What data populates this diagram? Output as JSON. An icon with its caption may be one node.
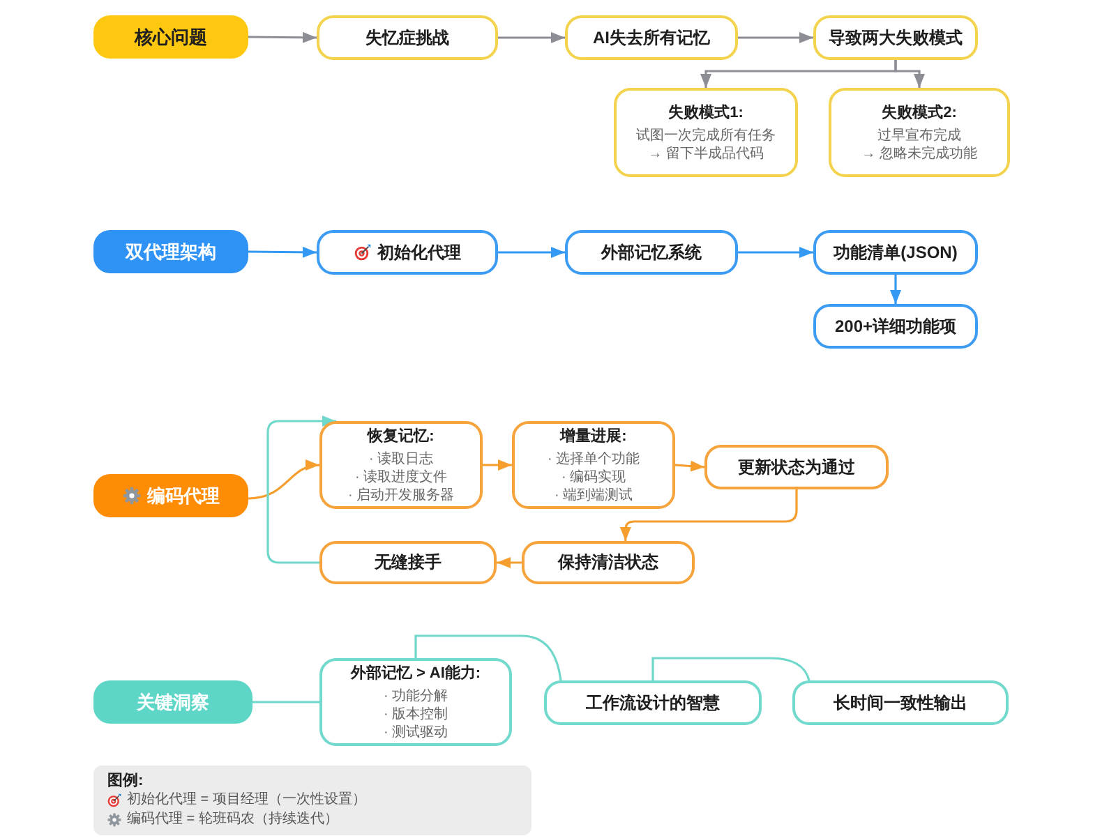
{
  "diagram": {
    "nodes": [
      {
        "text": [
          "核心问题"
        ]
      },
      {
        "text": [
          "失忆症挑战"
        ]
      },
      {
        "text": [
          "AI失去所有记忆"
        ]
      },
      {
        "text": [
          "导致两大失败模式"
        ]
      },
      {
        "text": [
          "失败模式1:",
          "试图一次完成所有任务",
          "→ 留下半成品代码"
        ]
      },
      {
        "text": [
          "失败模式2:",
          "过早宣布完成",
          "→ 忽略未完成功能"
        ]
      },
      {
        "text": [
          "双代理架构"
        ]
      },
      {
        "text": [
          "初始化代理"
        ]
      },
      {
        "text": [
          "外部记忆系统"
        ]
      },
      {
        "text": [
          "功能清单(JSON)"
        ]
      },
      {
        "text": [
          "200+详细功能项"
        ]
      },
      {
        "text": [
          "编码代理"
        ]
      },
      {
        "text": [
          "恢复记忆:",
          "· 读取日志",
          "· 读取进度文件",
          "· 启动开发服务器"
        ]
      },
      {
        "text": [
          "增量进展:",
          "· 选择单个功能",
          "· 编码实现",
          "· 端到端测试"
        ]
      },
      {
        "text": [
          "更新状态为通过"
        ]
      },
      {
        "text": [
          "保持清洁状态"
        ]
      },
      {
        "text": [
          "无缝接手"
        ]
      },
      {
        "text": [
          "关键洞察"
        ]
      },
      {
        "text": [
          "外部记忆 > AI能力:",
          "· 功能分解",
          "· 版本控制",
          "· 测试驱动"
        ]
      },
      {
        "text": [
          "工作流设计的智慧"
        ]
      },
      {
        "text": [
          "长时间一致性输出"
        ]
      }
    ],
    "edges": [
      {
        "from": 0,
        "to": 1,
        "arrow": "to"
      },
      {
        "from": 1,
        "to": 2,
        "arrow": "to"
      },
      {
        "from": 2,
        "to": 3,
        "arrow": "to"
      },
      {
        "from": 3,
        "to": 4,
        "arrow": "to"
      },
      {
        "from": 3,
        "to": 5,
        "arrow": "to"
      },
      {
        "from": 6,
        "to": 7,
        "arrow": "to",
        "color": "#3399f3"
      },
      {
        "from": 7,
        "to": 8,
        "arrow": "to",
        "color": "#3399f3"
      },
      {
        "from": 8,
        "to": 9,
        "arrow": "to",
        "color": "#3399f3"
      },
      {
        "from": 9,
        "to": 10,
        "arrow": "to",
        "color": "#3399f3"
      },
      {
        "from": 11,
        "to": 12,
        "arrow": "to",
        "color": "#f59e2e"
      },
      {
        "from": 12,
        "to": 13,
        "arrow": "to",
        "color": "#f59e2e"
      },
      {
        "from": 13,
        "to": 14,
        "arrow": "to",
        "color": "#f59e2e"
      },
      {
        "from": 14,
        "to": 15,
        "arrow": "to",
        "color": "#f59e2e"
      },
      {
        "from": 15,
        "to": 16,
        "arrow": "to",
        "color": "#f59e2e"
      },
      {
        "from": 16,
        "to": 12,
        "arrow": "to",
        "color": "#6fd8cb"
      },
      {
        "from": 17,
        "to": 18,
        "arrow": "none",
        "color": "#6fd8cb"
      },
      {
        "from": 18,
        "to": 19,
        "arrow": "none",
        "color": "#6fd8cb"
      },
      {
        "from": 19,
        "to": 20,
        "arrow": "none",
        "color": "#6fd8cb"
      }
    ],
    "labels": [
      "图例:"
    ],
    "legend": [
      {
        "text": "初始化代理 = 项目经理（一次性设置）"
      },
      {
        "text": "编码代理 = 轮班码农（持续迭代）"
      }
    ]
  }
}
